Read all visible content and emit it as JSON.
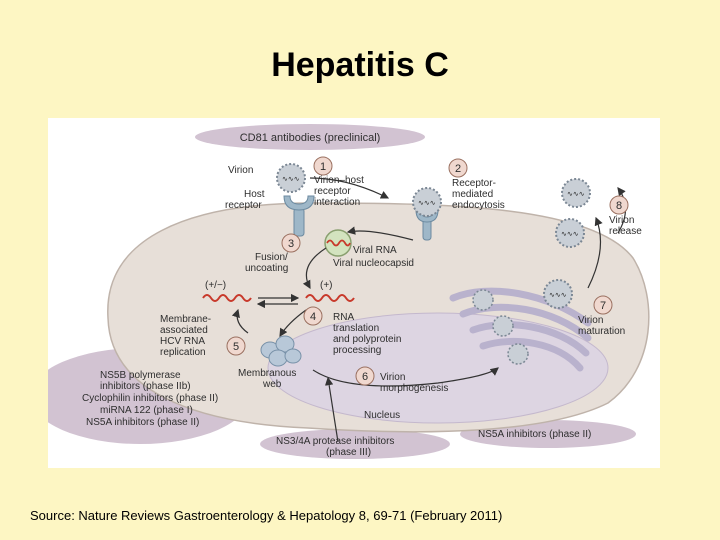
{
  "slide": {
    "title": "Hepatitis C",
    "source": "Source: Nature Reviews Gastroenterology & Hepatology 8, 69-71 (February 2011)"
  },
  "diagram": {
    "top_label": "CD81 antibodies (preclinical)",
    "virion": "Virion",
    "host_receptor": [
      "Host",
      "receptor"
    ],
    "step1": {
      "num": "1",
      "lines": [
        "Virion–host",
        "receptor",
        "interaction"
      ]
    },
    "step2": {
      "num": "2",
      "lines": [
        "Receptor-",
        "mediated",
        "endocytosis"
      ]
    },
    "step3": {
      "num": "3",
      "lines": [
        "Fusion/",
        "uncoating"
      ]
    },
    "viral_rna": "Viral RNA",
    "viral_nucleocapsid": "Viral nucleocapsid",
    "pm_label": "(+/−)",
    "plus_label": "(+)",
    "step4": {
      "num": "4",
      "lines": [
        "RNA",
        "translation",
        "and polyprotein",
        "processing"
      ]
    },
    "step5": {
      "num": "5",
      "lines": [
        "Membrane-",
        "associated",
        "HCV RNA",
        "replication"
      ]
    },
    "membranous_web": [
      "Membranous",
      "web"
    ],
    "step6": {
      "num": "6",
      "lines": [
        "Virion",
        "morphogenesis"
      ]
    },
    "step7": {
      "num": "7",
      "lines": [
        "Virion",
        "maturation"
      ]
    },
    "step8": {
      "num": "8",
      "lines": [
        "Virion",
        "release"
      ]
    },
    "nucleus": "Nucleus",
    "inhibitors_left": [
      "NS5B polymerase",
      "inhibitors (phase IIb)",
      "Cyclophilin inhibitors (phase II)",
      "miRNA 122 (phase I)",
      "NS5A inhibitors (phase II)"
    ],
    "ns3_inhibitors": [
      "NS3/4A protease inhibitors",
      "(phase III)"
    ],
    "ns5a_inhibitors_right": "NS5A inhibitors (phase II)",
    "virion_rna_glyph": "∿∿∿"
  },
  "colors": {
    "slide_bg": "#fdf6c3",
    "cell": "#e7dfd8",
    "nucleus": "#ddd5e2",
    "ovals": "#d2c3d2",
    "number_circle": "#f0d8cf",
    "rna_red": "#c8392b",
    "golgi": "#b9b2cd"
  }
}
